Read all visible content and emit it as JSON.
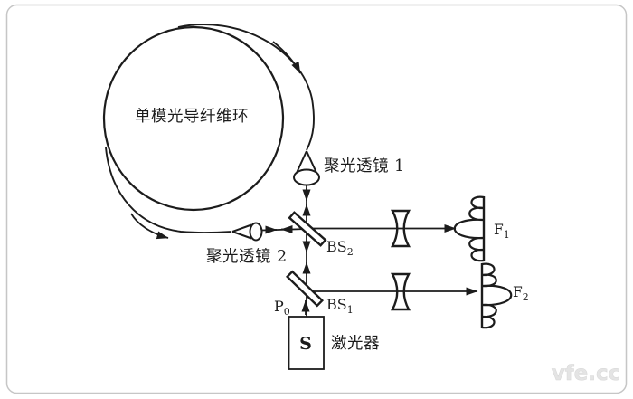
{
  "figure": {
    "watermark": "vfe.cc"
  },
  "colors": {
    "ink": "#1c1c1c",
    "frame_border": "#c6c6c6",
    "background": "#ffffff",
    "watermark": "#e4e4e4"
  },
  "labels": {
    "fiber_ring": "单模光导纤维环",
    "condenser_lens_1": "聚光透镜 1",
    "condenser_lens_2": "聚光透镜 2",
    "beam_splitter_2": {
      "base": "BS",
      "sub": "2"
    },
    "beam_splitter_1": {
      "base": "BS",
      "sub": "1"
    },
    "polarizer": {
      "base": "P",
      "sub": "0"
    },
    "laser_symbol": "S",
    "laser": "激光器",
    "fringe_1": {
      "base": "F",
      "sub": "1"
    },
    "fringe_2": {
      "base": "F",
      "sub": "2"
    }
  }
}
